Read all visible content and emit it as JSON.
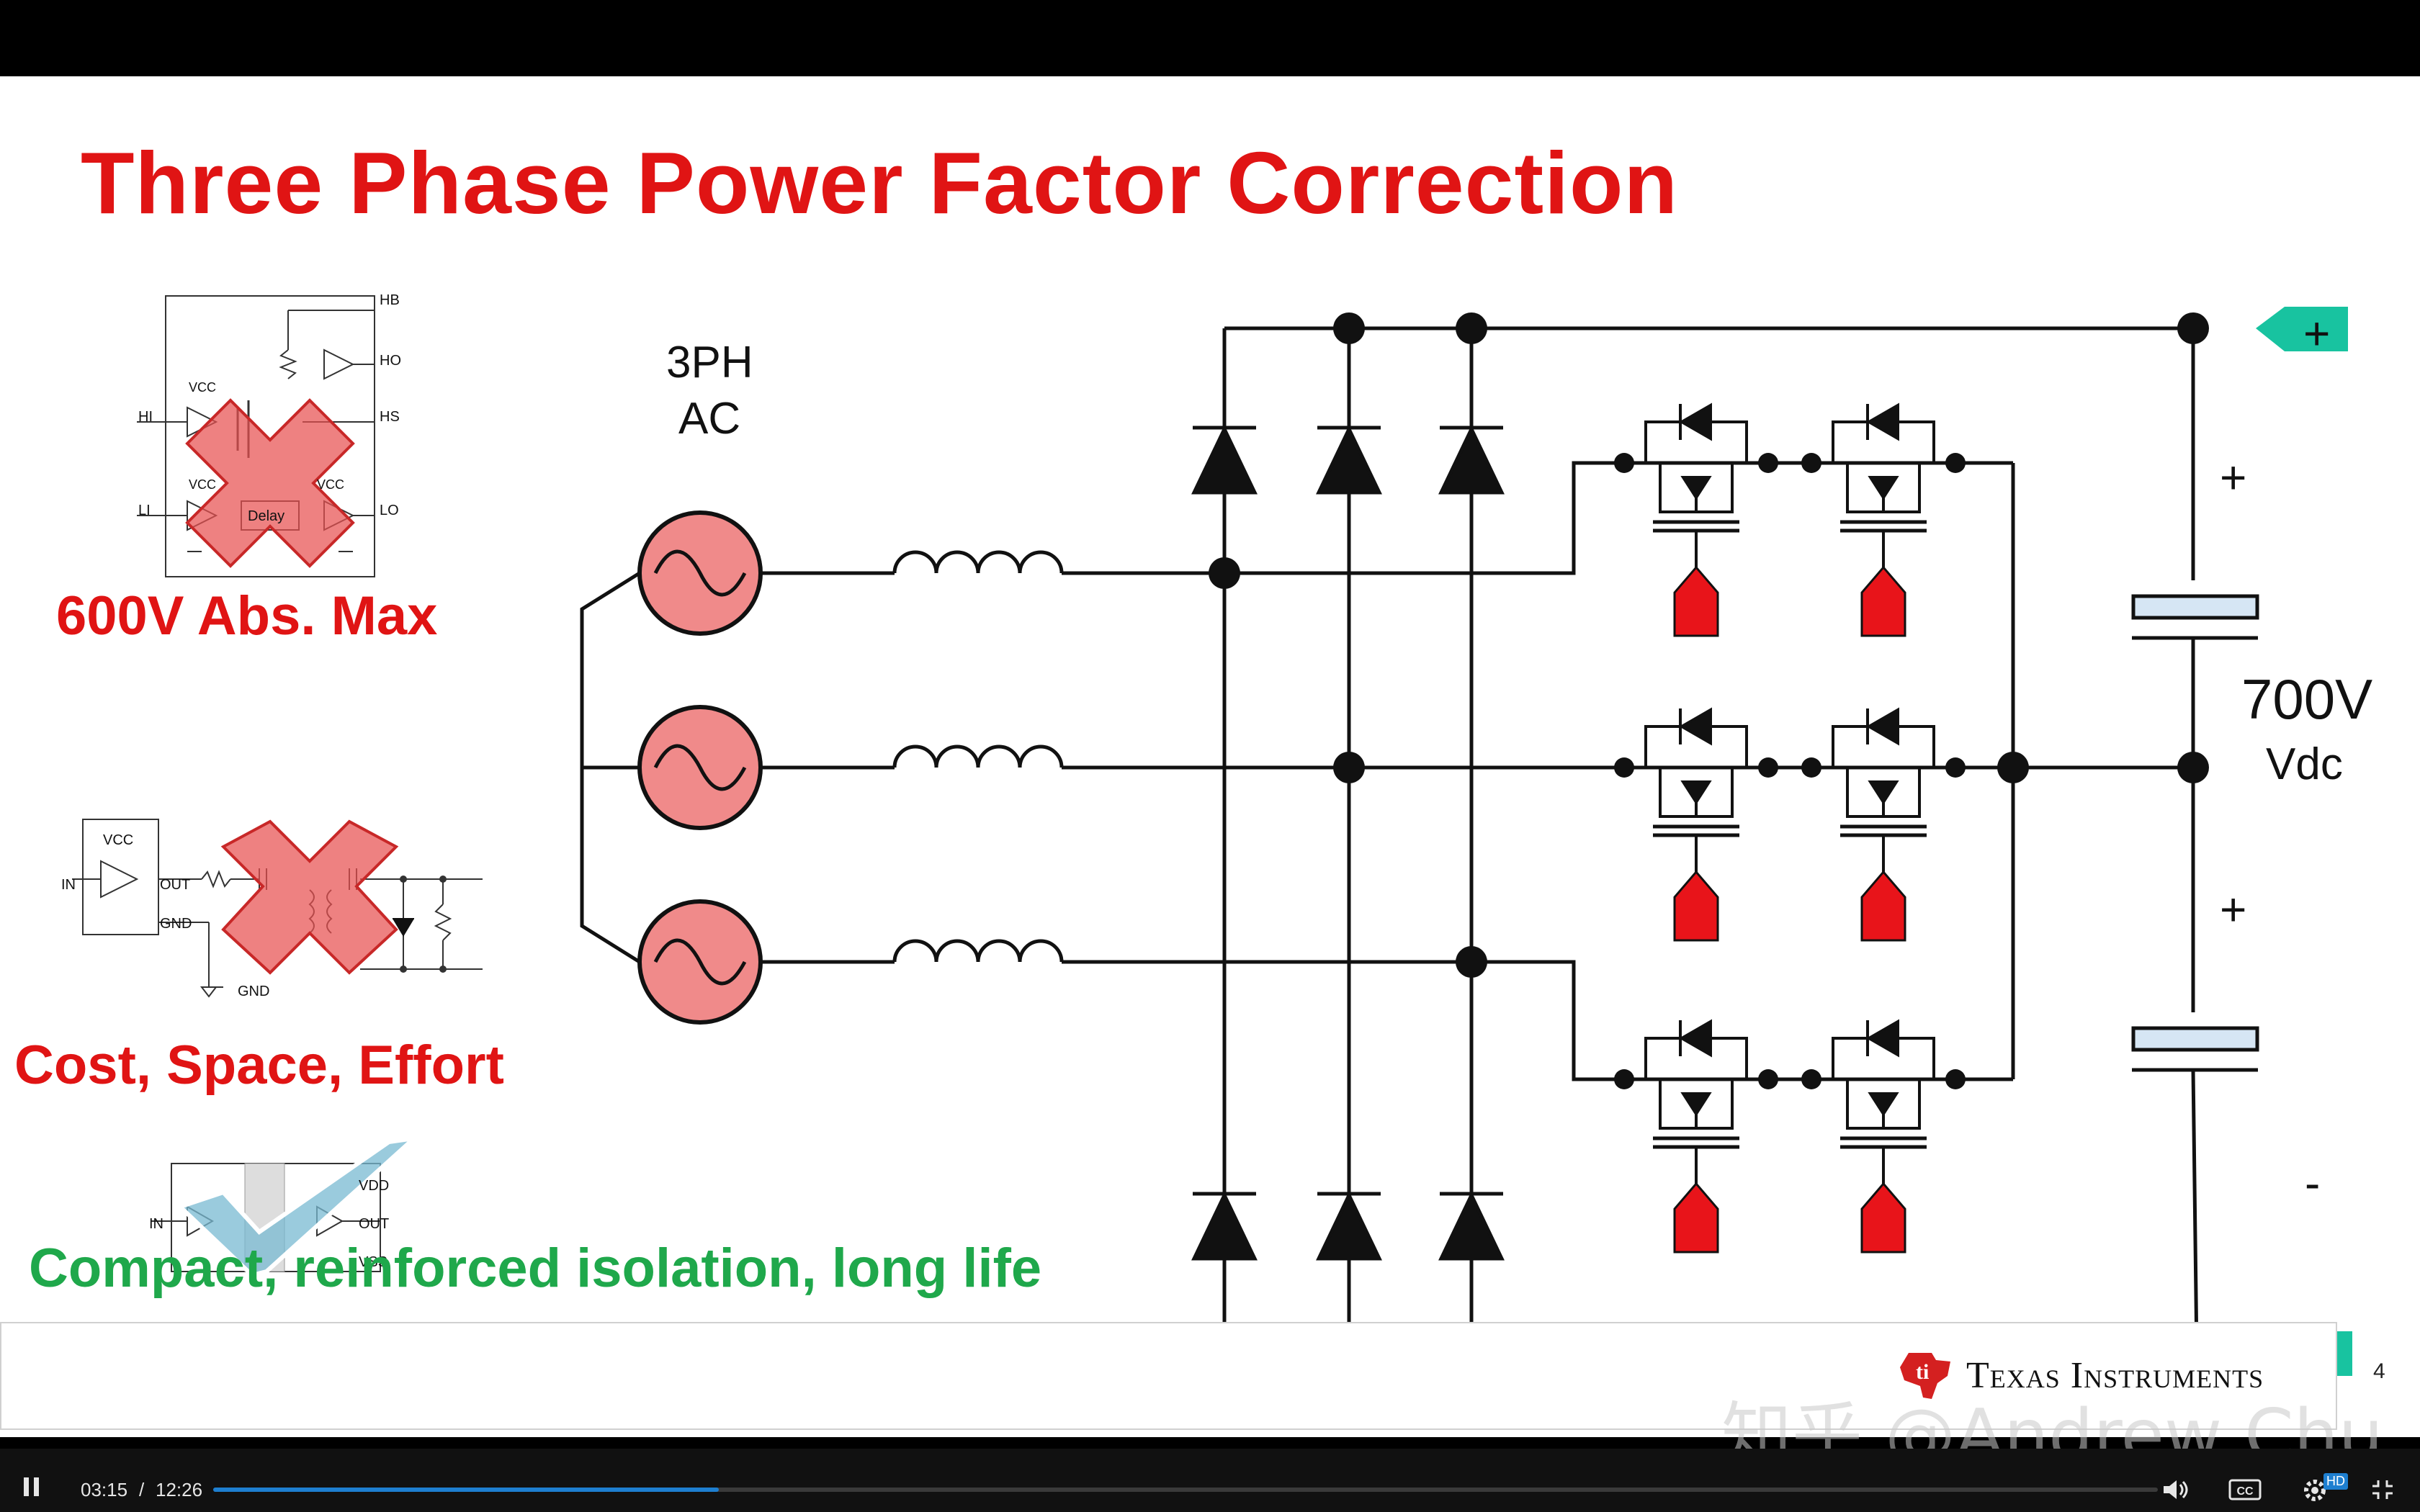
{
  "slide": {
    "title": "Three Phase Power Factor Correction",
    "caption_1": "600V Abs. Max",
    "caption_2": "Cost, Space, Effort",
    "caption_3": "Compact, reinforced isolation, long life",
    "page_number": "4"
  },
  "schematic": {
    "source_label_1": "3PH",
    "source_label_2": "AC",
    "voltage_label_1": "700V",
    "voltage_label_2": "Vdc",
    "plus_top": "+",
    "minus_bottom": "-",
    "cap_plus_1": "+",
    "cap_plus_2": "+"
  },
  "chips": {
    "chip1_pins": {
      "hb": "HB",
      "ho": "HO",
      "hs": "HS",
      "hi": "HI",
      "li": "LI",
      "lo": "LO",
      "vcc1": "VCC",
      "vcc2": "VCC",
      "vcc3": "VCC",
      "delay": "Delay"
    },
    "chip2_pins": {
      "vcc": "VCC",
      "in": "IN",
      "out": "OUT",
      "gnd": "GND",
      "gnd2": "GND"
    },
    "chip3_pins": {
      "vdd": "VDD",
      "in": "IN",
      "out": "OUT",
      "vss": "VSS"
    }
  },
  "branding": {
    "company": "Texas Instruments",
    "watermark": "知乎 @Andrew Chu"
  },
  "player": {
    "current_time": "03:15",
    "separator": "/",
    "duration": "12:26",
    "progress": 0.26,
    "hd_badge": "HD",
    "cc_label": "CC"
  },
  "colors": {
    "title_red": "#e01414",
    "caption_green": "#1fa84b",
    "connector_teal": "#18c3a0",
    "gate_red": "#e8141a",
    "progress_blue": "#1e7fd0"
  }
}
